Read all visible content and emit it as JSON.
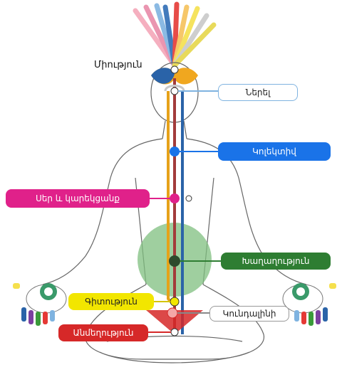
{
  "title": "Միություն",
  "labels": {
    "nerel": "Ներել",
    "kolektiv": "Կոլեկտիվ",
    "ser": "Սեր և կարեկցանք",
    "khaghaghutyun": "Խաղաղություն",
    "gitutyun": "Գիտություն",
    "kundalini": "Կունդալինի",
    "anmehutyun": "Անմեղություն"
  },
  "colors": {
    "nerel_bg": "#ffffff",
    "kolektiv_bg": "#1a73e8",
    "ser_bg": "#e0218a",
    "khaghaghutyun_bg": "#2e7d32",
    "gitutyun_bg": "#f2e600",
    "kundalini_bg": "#ffffff",
    "anmehutyun_bg": "#d62828",
    "channel_left": "#e6a21a",
    "channel_center": "#a33b3b",
    "channel_right": "#2a63a8",
    "heart_glow": "#7fbf7f"
  }
}
